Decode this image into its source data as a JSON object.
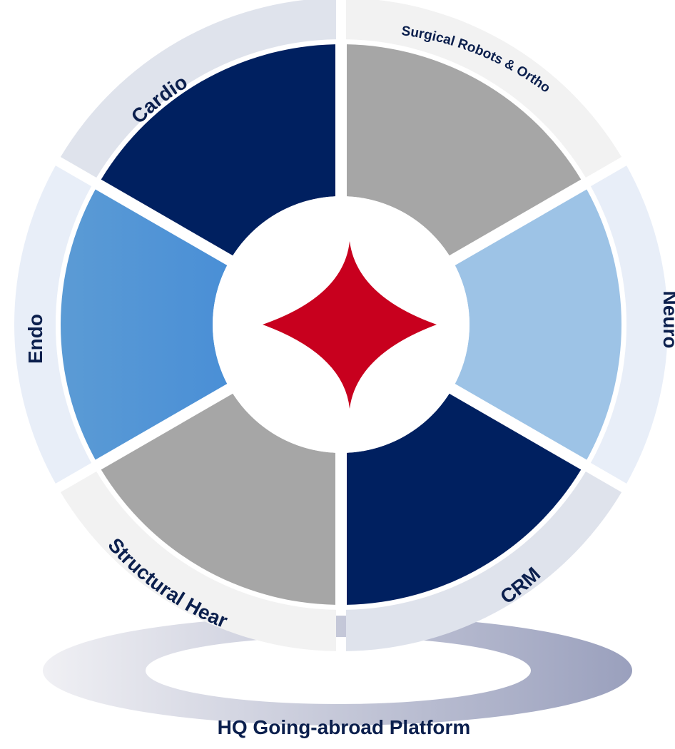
{
  "segments": [
    {
      "id": "cardio",
      "label": "Cardio",
      "inner_color": "#002060",
      "outer_color": "#dfe3ec"
    },
    {
      "id": "surgical",
      "label": "Surgical Robots & Ortho",
      "inner_color": "#a6a6a6",
      "outer_color": "#f2f2f2"
    },
    {
      "id": "neuro",
      "label": "Neuro",
      "inner_color": "#9dc3e6",
      "outer_color": "#e8eef8"
    },
    {
      "id": "crm",
      "label": "CRM",
      "inner_color": "#002060",
      "outer_color": "#dfe3ec"
    },
    {
      "id": "structural",
      "label": "Structural Hear",
      "inner_color": "#a6a6a6",
      "outer_color": "#f2f2f2"
    },
    {
      "id": "endo",
      "label": "Endo",
      "inner_color": "#5b9bd5",
      "outer_color": "#e8eef8"
    }
  ],
  "label_color": "#0b1f4d",
  "center_star_color": "#c8001e",
  "platform": {
    "label": "HQ Going-abroad Platform",
    "gradient_start": "#f0f0f4",
    "gradient_end": "#9aa0bd"
  }
}
